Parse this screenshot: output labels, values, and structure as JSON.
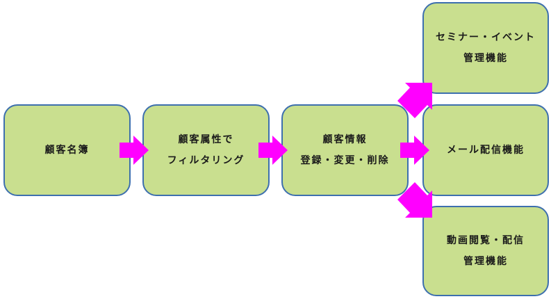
{
  "nodes": {
    "customer_list": {
      "line1": "顧客名簿"
    },
    "attribute_filter": {
      "line1": "顧客属性で",
      "line2": "フィルタリング"
    },
    "info_management": {
      "line1": "顧客情報",
      "line2": "登録・変更・削除"
    },
    "seminar_event": {
      "line1": "セミナー・イベント",
      "line2": "管理機能"
    },
    "mail_delivery": {
      "line1": "メール配信機能"
    },
    "video_viewing": {
      "line1": "動画閲覧・配信",
      "line2": "管理機能"
    }
  },
  "colors": {
    "box_fill": "#c9df8f",
    "box_border": "#3d6fae",
    "arrow": "#ff00ff",
    "text": "#1a1a1a"
  }
}
